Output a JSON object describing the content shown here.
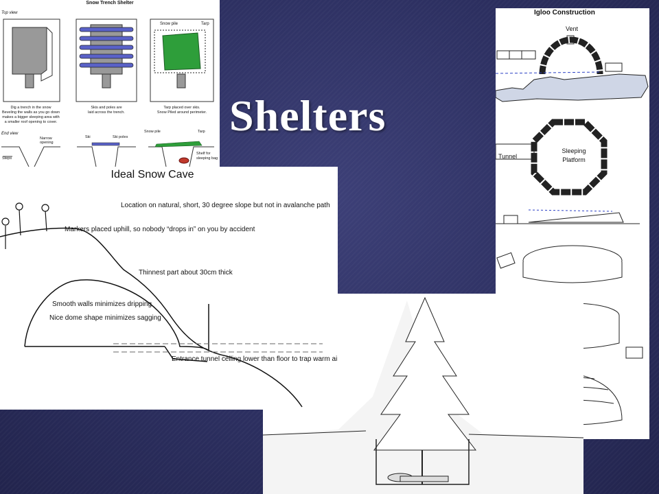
{
  "slide": {
    "title": "Shelters",
    "ghost_text": "ters"
  },
  "trench": {
    "title": "Snow Trench Shelter",
    "top_view": "Top view",
    "end_view": "End view",
    "labels": {
      "snow_pile": "Snow pile",
      "tarp": "Tarp"
    },
    "captions": [
      [
        "Dig a trench in the snow",
        "Beveling the walls as you go down",
        "makes a bigger sleeping area with",
        "a smaller roof opening to cover."
      ],
      [
        "Skis and poles are",
        "laid across the trench."
      ],
      [
        "Tarp placed over skis.",
        "Snow Piled around perimeter."
      ]
    ],
    "end_labels": {
      "narrow": [
        "Narrow",
        "opening"
      ],
      "steps": "Steps",
      "ski": "Ski",
      "ski_poles": "Ski poles",
      "snow_pile": "Snow pile",
      "tarp": "Tarp",
      "shelf": [
        "Shelf for",
        "sleeping bag"
      ]
    }
  },
  "igloo": {
    "title": "Igloo Construction",
    "vent": "Vent",
    "tunnel": "Tunnel",
    "platform": [
      "Sleeping",
      "Platform"
    ]
  },
  "cave": {
    "title": "Ideal Snow Cave",
    "notes": [
      "Location on natural, short, 30 degree slope but not in avalanche path",
      "Markers placed uphill, so nobody “drops in” on you by accident",
      "Thinnest part about 30cm thick",
      "Smooth walls minimizes dripping",
      "Nice dome shape minimizes sagging",
      "Entrance tunnel ceiling lower than floor to trap warm air"
    ]
  },
  "colors": {
    "background": "#2e3163",
    "tarp_green": "#2e9e3a",
    "ski_blue": "#5a62c8",
    "dash_blue": "#2a3fc4"
  }
}
